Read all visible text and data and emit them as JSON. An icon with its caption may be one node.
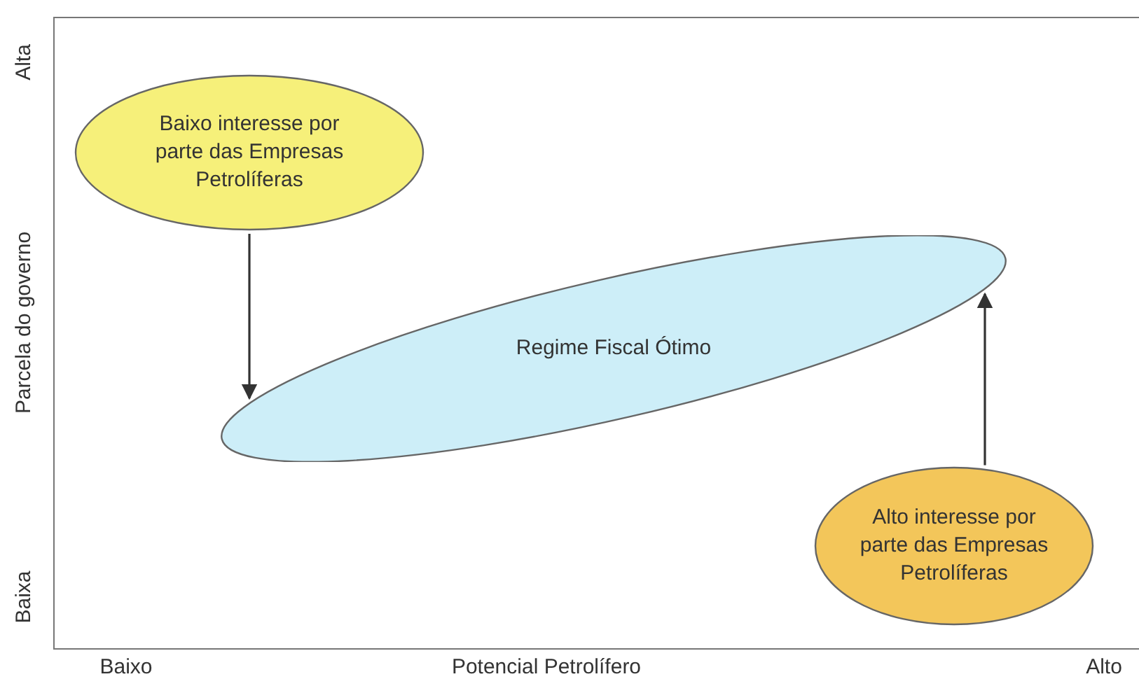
{
  "diagram": {
    "nodes": [
      {
        "text": [
          "Baixo interesse por parte das Empresas Petrolíferas"
        ]
      },
      {
        "text": [
          "Regime Fiscal Ótimo"
        ]
      },
      {
        "text": [
          "Alto interesse por parte das Empresas Petrolíferas"
        ]
      }
    ],
    "edges": [
      {
        "from": 0,
        "to": 1,
        "arrow": "to"
      },
      {
        "from": 2,
        "to": 1,
        "arrow": "to"
      }
    ],
    "labels": [
      "Alta",
      "Parcela do governo",
      "Baixa",
      "Baixo",
      "Potencial Petrolífero",
      "Alto"
    ]
  }
}
